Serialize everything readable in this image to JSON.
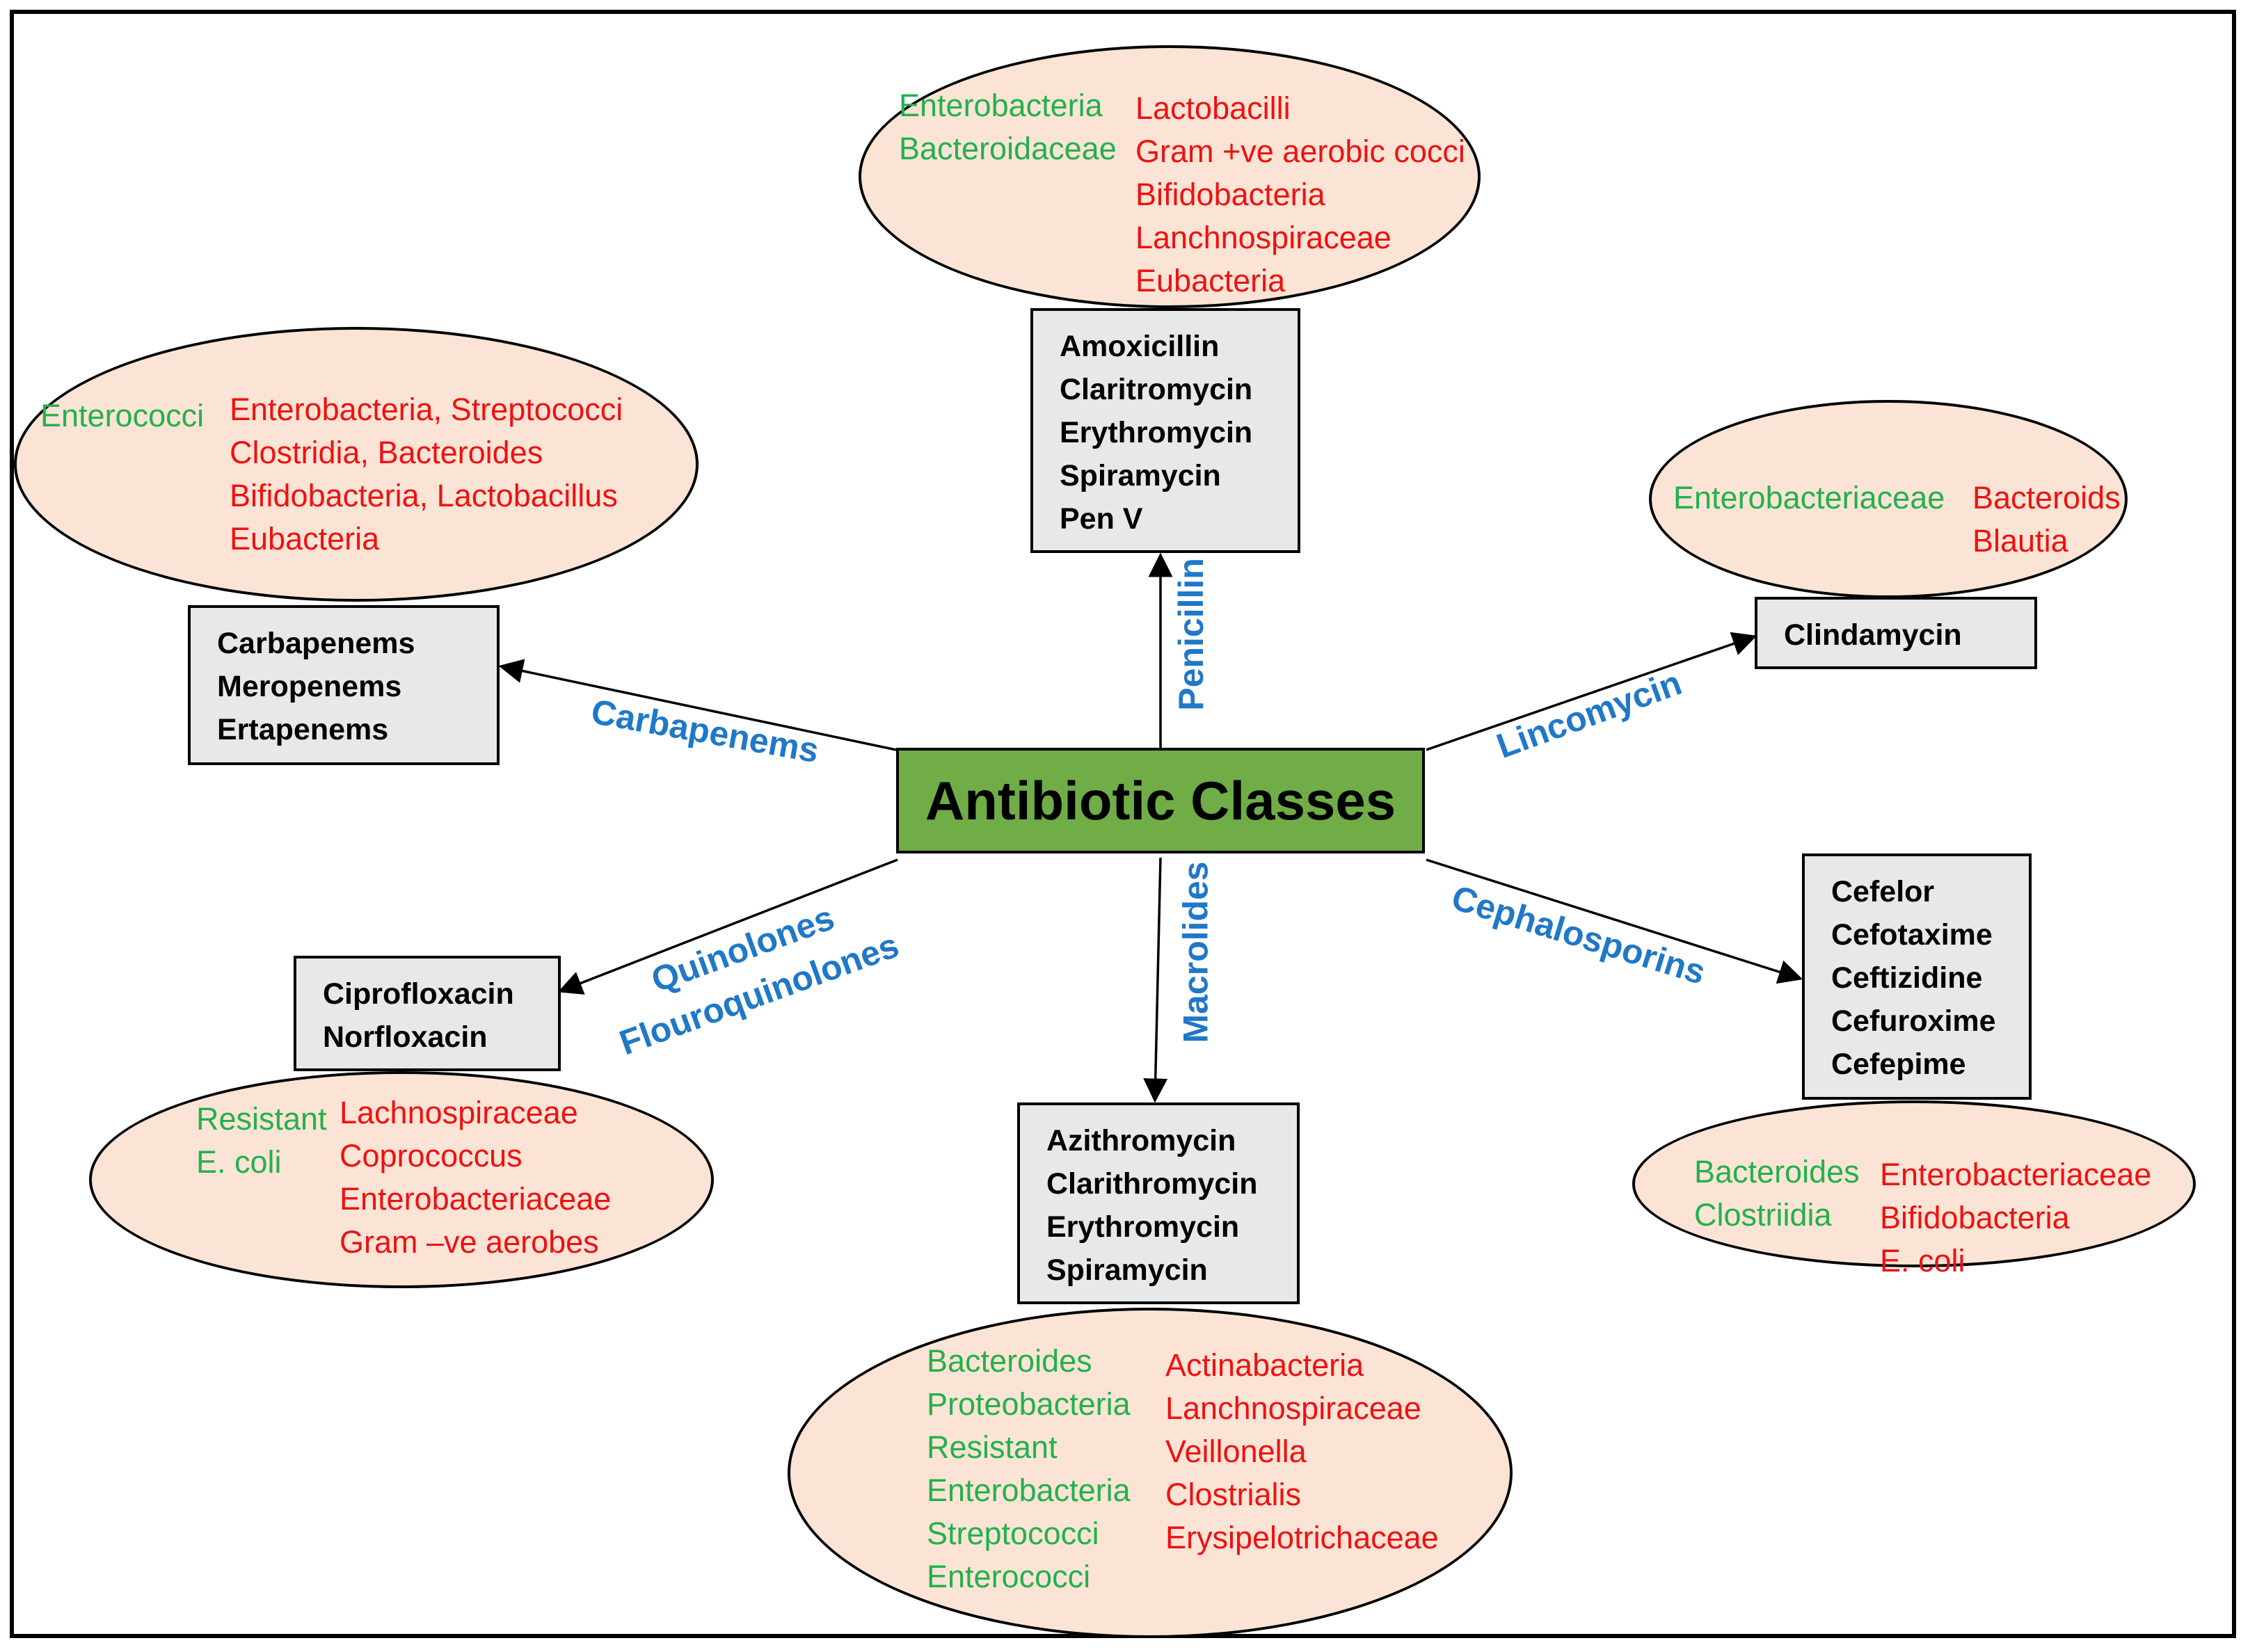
{
  "center": {
    "title": "Antibiotic Classes"
  },
  "classes": {
    "penicillin": {
      "label": "Penicillin",
      "drugs": [
        "Amoxicillin",
        "Claritromycin",
        "Erythromycin",
        "Spiramycin",
        "Pen V"
      ],
      "increased": [
        "Enterobacteria",
        "Bacteroidaceae"
      ],
      "decreased": [
        "Lactobacilli",
        "Gram +ve aerobic cocci",
        "Bifidobacteria",
        "Lanchnospiraceae",
        "Eubacteria"
      ]
    },
    "carbapenems": {
      "label": "Carbapenems",
      "drugs": [
        "Carbapenems",
        "Meropenems",
        "Ertapenems"
      ],
      "increased": [
        "Enterococci"
      ],
      "decreased": [
        "Enterobacteria, Streptococci",
        "Clostridia, Bacteroides",
        "Bifidobacteria, Lactobacillus",
        "Eubacteria"
      ]
    },
    "lincomycin": {
      "label": "Lincomycin",
      "drugs": [
        "Clindamycin"
      ],
      "increased": [
        "Enterobacteriaceae"
      ],
      "decreased": [
        "Bacteroids",
        "Blautia"
      ]
    },
    "quinolones": {
      "label_line1": "Quinolones",
      "label_line2": "Flouroquinolones",
      "drugs": [
        "Ciprofloxacin",
        "Norfloxacin"
      ],
      "increased": [
        "Resistant",
        "E. coli"
      ],
      "decreased": [
        "Lachnospiraceae",
        "Coprococcus",
        "Enterobacteriaceae",
        "Gram –ve aerobes"
      ]
    },
    "macrolides": {
      "label": "Macrolides",
      "drugs": [
        "Azithromycin",
        "Clarithromycin",
        "Erythromycin",
        "Spiramycin"
      ],
      "increased": [
        "Bacteroides",
        "Proteobacteria",
        "Resistant",
        "Enterobacteria",
        "Streptococci",
        "Enterococci"
      ],
      "decreased": [
        "Actinabacteria",
        "Lanchnospiraceae",
        "Veillonella",
        "Clostrialis",
        "Erysipelotrichaceae"
      ]
    },
    "cephalosporins": {
      "label": "Cephalosporins",
      "drugs": [
        "Cefelor",
        "Cefotaxime",
        "Ceftizidine",
        "Cefuroxime",
        "Cefepime"
      ],
      "increased": [
        "Bacteroides",
        "Clostriidia"
      ],
      "decreased": [
        "Enterobacteriaceae",
        "Bifidobacteria",
        "E. coli"
      ]
    }
  },
  "colors": {
    "center_fill": "#70ad47",
    "ellipse_fill": "#fbe4d5",
    "drug_box_fill": "#e8e8e8",
    "increased_text": "#22b14c",
    "decreased_text": "#ee1111",
    "class_label": "#1f78c8"
  }
}
